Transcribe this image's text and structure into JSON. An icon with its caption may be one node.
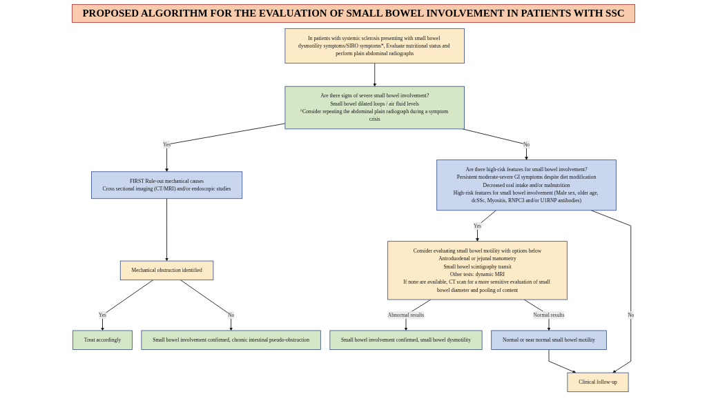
{
  "diagram": {
    "title": "PROPOSED ALGORITHM FOR THE EVALUATION OF SMALL BOWEL INVOLVEMENT IN PATIENTS WITH SSC",
    "nodes": [
      {
        "text": [
          "In patients with systemic sclerosis presenting with small bowel dysmotility symptoms/SIBO symptoms*, Evaluate nutritional status and perform plain abdominal radiographs"
        ]
      },
      {
        "text": [
          "Are there signs of severe small bowel involvement?",
          "Small bowel dilated loops / air fluid levels",
          "^Consider repeating the abdominal plain radiograph during a symptom crisis"
        ]
      },
      {
        "text": [
          "FIRST Rule-out mechanical causes",
          "Cross sectional imaging (CT/MRI) and/or endoscopic studies"
        ]
      },
      {
        "text": [
          "Mechanical obstruction identified"
        ]
      },
      {
        "text": [
          "Treat accordingly"
        ]
      },
      {
        "text": [
          "Small bowel involvement confirmed, chronic intestinal pseudo-obstruction"
        ]
      },
      {
        "text": [
          "Small bowel involvement confirmed, small bowel dysmotility"
        ]
      },
      {
        "text": [
          "Are there high-risk features for small bowel involvement?",
          "Persistent moderate-severe GI symptoms despite diet modification",
          "Decreased oral intake and/or malnutrition",
          "High-risk features for small bowel involvement (Male sex, older age, dcSSc, Myositis, RNPC3 and/or U1RNP antibodies)"
        ]
      },
      {
        "text": [
          "Consider evaluating small bowel motility with options below",
          "Antroduodenal or jejunal manometry",
          "Small bowel scintigraphy transit",
          "Other tests: dynamic MRI",
          "If none are available, CT scan for a more sensitive evaluation of small bowel diameter and pooling of content"
        ]
      },
      {
        "text": [
          "Clinical follow-up"
        ]
      },
      {
        "text": [
          "Normal or near normal small bowel motility"
        ]
      }
    ],
    "edges": [
      {
        "from": 0,
        "to": 1,
        "arrow": "to"
      },
      {
        "from": 1,
        "to": 2,
        "arrow": "to",
        "label": "Yes"
      },
      {
        "from": 2,
        "to": 3,
        "arrow": "to"
      },
      {
        "from": 3,
        "to": 4,
        "arrow": "to",
        "label": "Yes"
      },
      {
        "from": 3,
        "to": 5,
        "arrow": "to",
        "label": "No"
      },
      {
        "from": 1,
        "to": 7,
        "arrow": "to",
        "label": "No"
      },
      {
        "from": 7,
        "to": 8,
        "arrow": "to",
        "label": "Yes"
      },
      {
        "from": 8,
        "to": 6,
        "arrow": "to",
        "label": "Abnormal results"
      },
      {
        "from": 8,
        "to": 10,
        "arrow": "to",
        "label": "Normal results"
      },
      {
        "from": 7,
        "to": 9,
        "arrow": "to",
        "label": "No"
      },
      {
        "from": 10,
        "to": 9,
        "arrow": "to"
      }
    ]
  }
}
